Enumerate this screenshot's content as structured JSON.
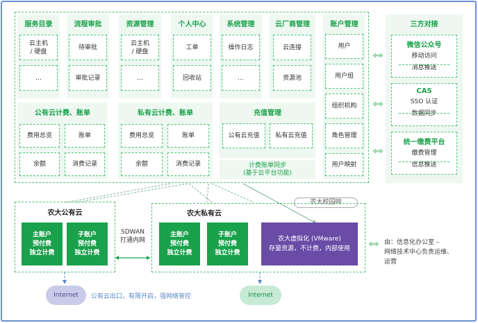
{
  "columns": [
    {
      "title": "服务目录",
      "items": [
        "云主机\n/ 硬盘",
        "…"
      ]
    },
    {
      "title": "流程审批",
      "items": [
        "待审批",
        "审批记录"
      ]
    },
    {
      "title": "资源管理",
      "items": [
        "云主机\n/ 硬盘",
        "…"
      ]
    },
    {
      "title": "个人中心",
      "items": [
        "工单",
        "回收站"
      ]
    },
    {
      "title": "系统管理",
      "items": [
        "操作日志",
        "…"
      ]
    },
    {
      "title": "云厂商管理",
      "items": [
        "云连接",
        "资源池"
      ]
    }
  ],
  "account": {
    "title": "账户管理",
    "items": [
      "用户",
      "用户组",
      "组织机构",
      "角色管理",
      "用户映射"
    ]
  },
  "public_billing": {
    "title": "公有云计费、账单",
    "items": [
      "费用总览",
      "账单",
      "余额",
      "消费记录"
    ]
  },
  "private_billing": {
    "title": "私有云计费、账单",
    "items": [
      "费用总览",
      "账单",
      "余额",
      "消费记录"
    ]
  },
  "recharge": {
    "title": "充值管理",
    "items": [
      "公有云充值",
      "私有云充值"
    ],
    "sync": "计费账单同步\n(基于云平台功能)"
  },
  "third_party": {
    "title": "三方对接",
    "groups": [
      {
        "title": "微信公众号",
        "items": [
          "移动访问",
          "消息推送"
        ]
      },
      {
        "title": "CAS",
        "items": [
          "SSO 认证",
          "数据同步"
        ]
      },
      {
        "title": "统一缴费平台",
        "items": [
          "缴费管理",
          "信息推送"
        ]
      }
    ]
  },
  "campus_tag": "农大校园网",
  "public_cloud": {
    "title": "农大公有云",
    "boxes": [
      "主账户\n预付费\n独立计费",
      "子账户\n预付费\n独立计费"
    ]
  },
  "sdwan": "SDWAN\n打通内网",
  "private_cloud": {
    "title": "农大私有云",
    "boxes": [
      "主账户\n预付费\n独立计费",
      "子账户\n预付费\n独立计费"
    ],
    "vmware": "农大虚拟化 (VMware)\n存量资源，不计费，内部使用"
  },
  "note": "由：信息化办公室 –\n网络技术中心负责运维、\n运营",
  "internet_left": "Internet",
  "internet_right": "Internet",
  "internet_note": "公有云出口，有限开启，强网络管控",
  "colors": {
    "green": "#1aa14b",
    "light_green": "#eef8f1",
    "purple": "#6a4ba6",
    "cloud_left": "#c9cbe8",
    "cloud_right": "#c6ead3"
  }
}
